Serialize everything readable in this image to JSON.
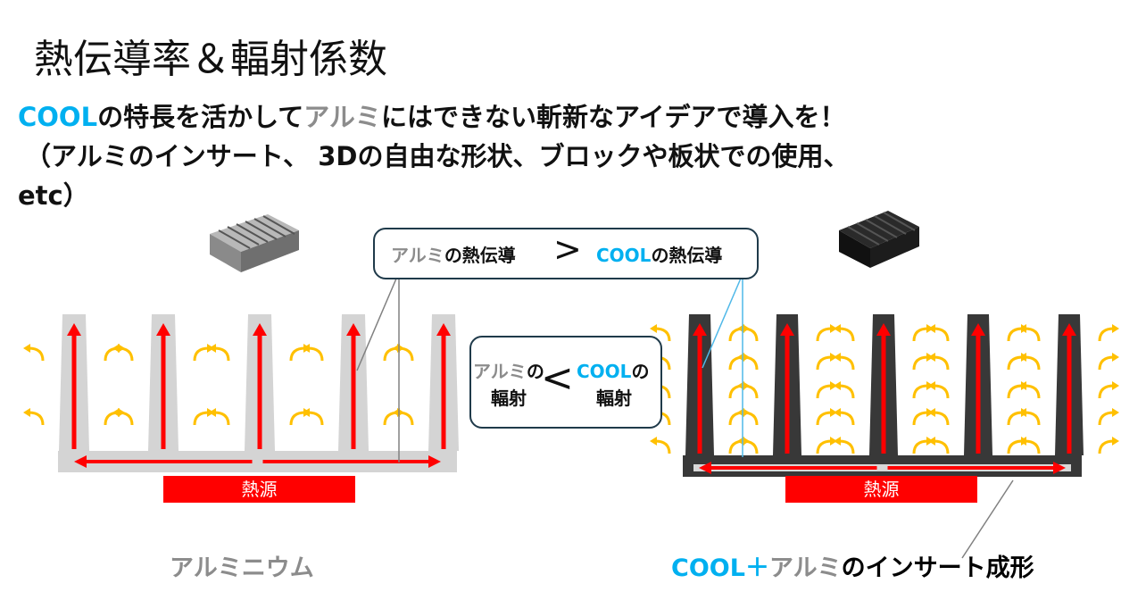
{
  "title": "熱伝導率＆輻射係数",
  "intro": {
    "line1": {
      "cool": "COOL",
      "a": "の特長を活かして",
      "alu": "アルミ",
      "b": "にはできない斬新なアイデアで導入を！"
    },
    "line2": "（アルミのインサート、 3Dの自由な形状、ブロックや板状での使用、",
    "line3": "etc）"
  },
  "callout_conduction": {
    "alu": "アルミ",
    "alu_suffix": "の熱伝導",
    "symbol": ">",
    "cool": "COOL",
    "cool_suffix": "の熱伝導"
  },
  "callout_radiation": {
    "alu": "アルミ",
    "alu_suffix": "の",
    "alu_line2": "輻射",
    "symbol": "<",
    "cool": "COOL",
    "cool_suffix": "の",
    "cool_line2": "輻射"
  },
  "left_diagram": {
    "heat_source": "熱源",
    "caption": "アルミニウム"
  },
  "right_diagram": {
    "heat_source": "熱源",
    "caption": {
      "cool": "COOL",
      "plus": "＋",
      "alu": "アルミ",
      "rest": "のインサート成形"
    }
  },
  "colors": {
    "cool_blue": "#00b0f0",
    "alu_gray": "#8c8c8c",
    "heat_red": "#ff0000",
    "radiation_yellow": "#ffc000",
    "alu_fin": "#d4d4d4",
    "cool_fin": "#383838"
  }
}
